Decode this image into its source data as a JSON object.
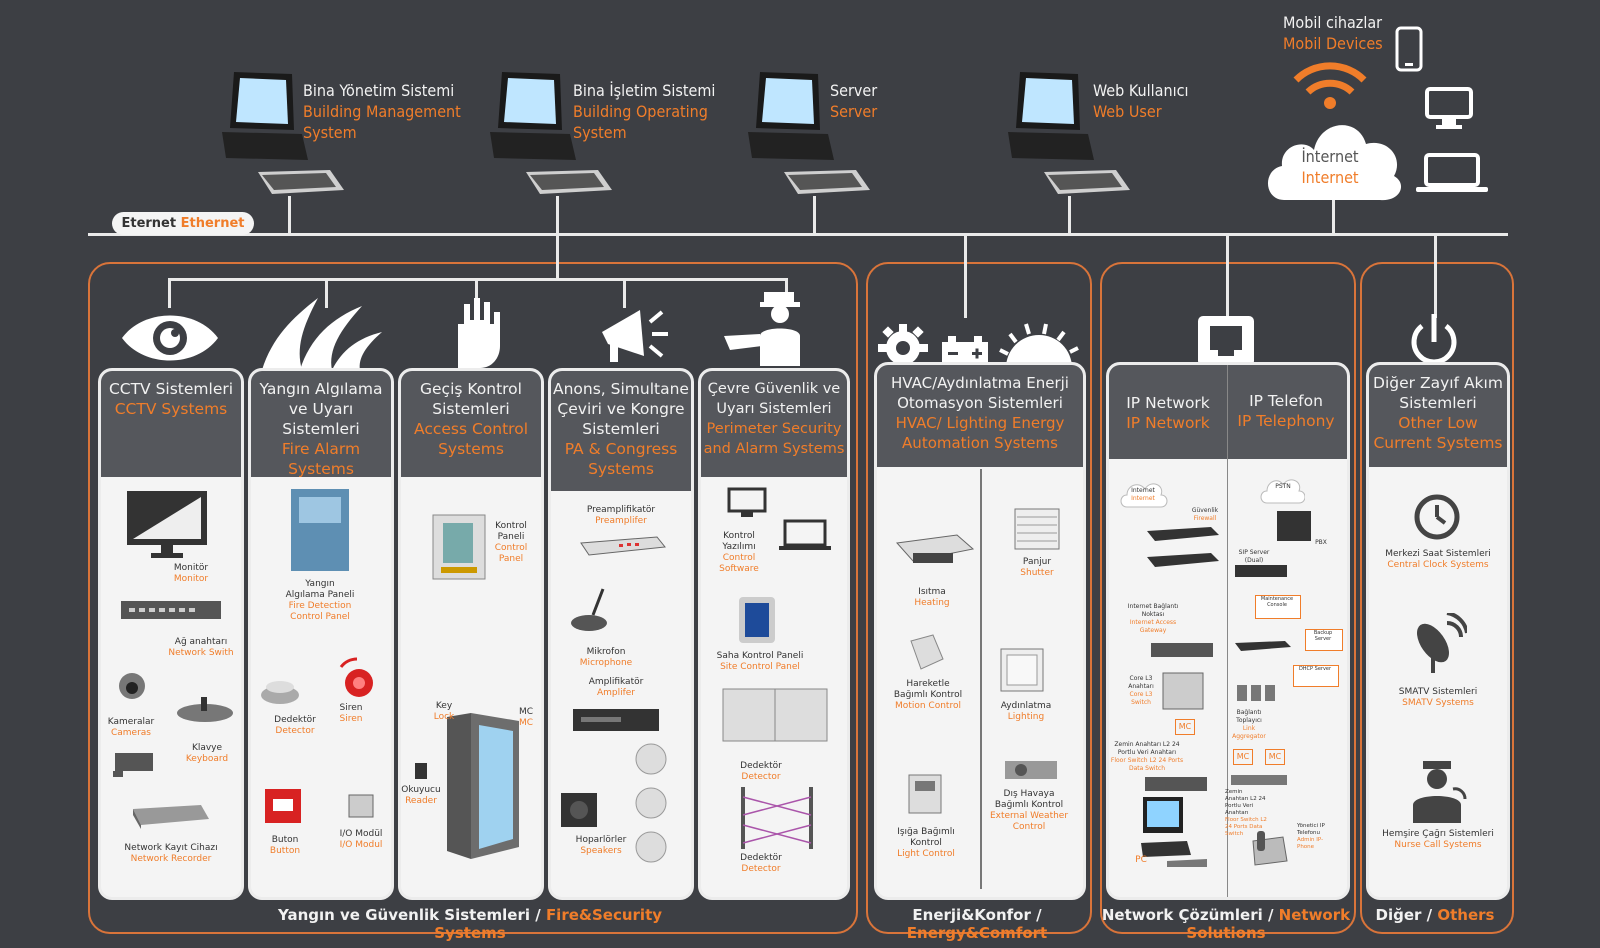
{
  "top_nodes": [
    {
      "tr": "Bina Yönetim Sistemi",
      "en": "Building Management System"
    },
    {
      "tr": "Bina İşletim Sistemi",
      "en": "Building Operating System"
    },
    {
      "tr": "Server",
      "en": "Server"
    },
    {
      "tr": "Web Kullanıcı",
      "en": "Web User"
    }
  ],
  "mobile": {
    "tr": "Mobil cihazlar",
    "en": "Mobil Devices"
  },
  "internet": {
    "tr": "İnternet",
    "en": "Internet"
  },
  "ethernet": {
    "tr": "Eternet",
    "en": "Ethernet"
  },
  "colors": {
    "background": "#3d3f44",
    "accent": "#f07d2a",
    "card": "#f4f4f4",
    "card_head": "#55575c"
  },
  "cards": {
    "cctv": {
      "tr": "CCTV Sistemleri",
      "en": "CCTV Systems",
      "items": [
        {
          "tr": "Monitör",
          "en": "Monitor"
        },
        {
          "tr": "Ağ anahtarı",
          "en": "Network Swith"
        },
        {
          "tr": "Kameralar",
          "en": "Cameras"
        },
        {
          "tr": "Klavye",
          "en": "Keyboard"
        },
        {
          "tr": "Network Kayıt Cihazı",
          "en": "Network Recorder"
        }
      ]
    },
    "fire": {
      "tr": "Yangın Algılama ve Uyarı Sistemleri",
      "en": "Fire Alarm Systems",
      "items": [
        {
          "tr": "Yangın Algılama Paneli",
          "en": "Fire Detection Control Panel"
        },
        {
          "tr": "Dedektör",
          "en": "Detector"
        },
        {
          "tr": "Siren",
          "en": "Siren"
        },
        {
          "tr": "Buton",
          "en": "Button"
        },
        {
          "tr": "I/O Modül",
          "en": "I/O Modul"
        }
      ]
    },
    "access": {
      "tr": "Geçiş Kontrol Sistemleri",
      "en": "Access Control Systems",
      "items": [
        {
          "tr": "Kontrol Paneli",
          "en": "Control Panel"
        },
        {
          "tr": "Key",
          "en": "Lock"
        },
        {
          "tr": "MC",
          "en": "MC"
        },
        {
          "tr": "Okuyucu",
          "en": "Reader"
        }
      ]
    },
    "pa": {
      "tr": "Anons, Simultane Çeviri ve Kongre Sistemleri",
      "en": "PA & Congress Systems",
      "items": [
        {
          "tr": "Preamplifikatör",
          "en": "Preamplifer"
        },
        {
          "tr": "Mikrofon",
          "en": "Microphone"
        },
        {
          "tr": "Amplifikatör",
          "en": "Amplifer"
        },
        {
          "tr": "Hoparlörler",
          "en": "Speakers"
        }
      ]
    },
    "perimeter": {
      "tr": "Çevre Güvenlik ve Uyarı Sistemleri",
      "en": "Perimeter Security and Alarm Systems",
      "items": [
        {
          "tr": "Kontrol Yazılımı",
          "en": "Control Software"
        },
        {
          "tr": "Saha Kontrol Paneli",
          "en": "Site Control Panel"
        },
        {
          "tr": "Dedektör",
          "en": "Detector"
        },
        {
          "tr": "Dedektör",
          "en": "Detector"
        }
      ]
    },
    "hvac": {
      "tr": "HVAC/Aydınlatma Enerji Otomasyon Sistemleri",
      "en": "HVAC/ Lighting Energy Automation Systems",
      "items": [
        {
          "tr": "Isıtma",
          "en": "Heating"
        },
        {
          "tr": "Panjur",
          "en": "Shutter"
        },
        {
          "tr": "Hareketle Bağımlı Kontrol",
          "en": "Motion Control"
        },
        {
          "tr": "Aydınlatma",
          "en": "Lighting"
        },
        {
          "tr": "Işığa Bağımlı Kontrol",
          "en": "Light Control"
        },
        {
          "tr": "Dış Havaya Bağımlı Kontrol",
          "en": "External Weather Control"
        }
      ]
    },
    "ipnet": {
      "tr": "IP Network",
      "en": "IP Network",
      "items": [
        {
          "tr": "Internet",
          "en": "Internet"
        },
        {
          "tr": "Güvenlik",
          "en": "Firewall"
        },
        {
          "tr": "Internet Bağlantı Noktası",
          "en": "Internet Access Gateway"
        },
        {
          "tr": "Core L3 Anahtarı",
          "en": "Core L3 Switch"
        },
        {
          "tr": "Zemin Anahtarı L2 24 Portlu Veri Anahtarı",
          "en": "Floor Switch L2 24 Ports Data Switch"
        },
        {
          "tr": "PC",
          "en": "PC"
        }
      ]
    },
    "iptel": {
      "tr": "IP Telefon",
      "en": "IP Telephony",
      "items": [
        {
          "tr": "PSTN",
          "en": ""
        },
        {
          "tr": "PBX",
          "en": ""
        },
        {
          "tr": "SIP Server (Dual)",
          "en": ""
        },
        {
          "tr": "Maintenance Console",
          "en": ""
        },
        {
          "tr": "Backup Server",
          "en": ""
        },
        {
          "tr": "DHCP Server",
          "en": ""
        },
        {
          "tr": "Bağlantı Toplayıcı",
          "en": "Link Aggregator"
        },
        {
          "tr": "Zemin Anahtarı L2 24 Portlu Veri Anahtarı",
          "en": "Floor Switch L2 24 Ports Data Switch"
        },
        {
          "tr": "Yönetici IP Telefonu",
          "en": "Admin IP-Phone"
        }
      ]
    },
    "other": {
      "tr": "Diğer Zayıf Akım Sistemleri",
      "en": "Other Low Current Systems",
      "items": [
        {
          "tr": "Merkezi Saat Sistemleri",
          "en": "Central Clock Systems"
        },
        {
          "tr": "SMATV Sistemleri",
          "en": "SMATV Systems"
        },
        {
          "tr": "Hemşire Çağrı Sistemleri",
          "en": "Nurse Call Systems"
        }
      ]
    }
  },
  "footers": {
    "fire_security": {
      "tr": "Yangın ve Güvenlik Sistemleri / ",
      "en": "Fire&Security Systems"
    },
    "energy": {
      "tr": "Enerji&Konfor / ",
      "en": "Energy&Comfort"
    },
    "network": {
      "tr": "Network Çözümleri / ",
      "en": "Network Solutions"
    },
    "others": {
      "tr": "Diğer / ",
      "en": "Others"
    }
  },
  "mc_label": "MC"
}
